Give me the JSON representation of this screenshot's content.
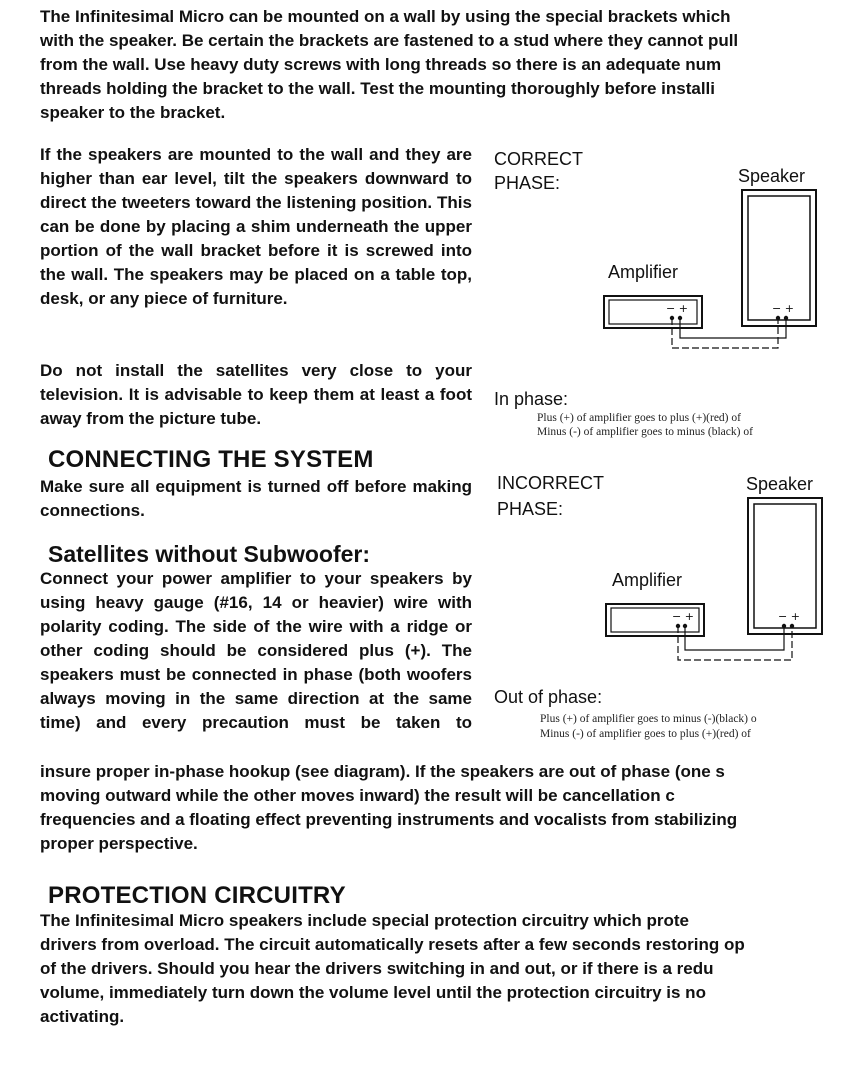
{
  "intro": {
    "lines": [
      "The Infinitesimal Micro can be mounted on a wall by using the special brackets which",
      "with the speaker. Be certain the brackets are fastened to a stud where they cannot pull",
      "from the wall. Use heavy duty screws with long threads so there is an adequate num",
      "threads holding the bracket to the wall. Test the mounting thoroughly before installi",
      "speaker to the bracket."
    ]
  },
  "wall_mount_paragraph": "If the speakers are mounted to the wall and they are higher than ear level, tilt the speakers downward to direct the tweeters toward the listening position. This can be done by placing a shim underneath the upper portion of the wall bracket before it is screwed into the wall. The speakers may be placed on a table top, desk, or any piece of furniture.",
  "tv_paragraph": "Do not install the satellites very close to your television. It is advisable to keep them at least a foot away from the picture tube.",
  "connecting": {
    "heading": "CONNECTING THE SYSTEM",
    "warning": "Make sure all equipment is turned off before making connections."
  },
  "satellites": {
    "heading": "Satellites without Subwoofer:",
    "column_text": "Connect your power amplifier to your speakers by using heavy gauge (#16, 14 or heavier) wire with polarity coding. The side of the wire with a ridge or other coding should be considered plus (+). The speakers must be connected in phase (both woofers always moving in the same direction at the same time) and every precaution must be taken to",
    "continuation_lines": [
      "insure proper in-phase hookup  (see diagram). If the speakers are out of phase (one s",
      "moving outward while the other moves inward) the result will be cancellation c",
      "frequencies and a floating effect preventing instruments and vocalists from stabilizing",
      "proper perspective."
    ]
  },
  "protection": {
    "heading": "PROTECTION CIRCUITRY",
    "lines": [
      "The Infinitesimal Micro speakers include special protection circuitry which prote",
      "drivers from overload. The circuit automatically resets after a few seconds restoring op",
      "of the drivers. Should you hear the drivers switching in and out, or if there is a redu",
      "volume, immediately turn down the volume level until the protection circuitry is no",
      "activating."
    ]
  },
  "diagram_correct": {
    "title_line1": "CORRECT",
    "title_line2": "PHASE:",
    "speaker_label": "Speaker",
    "amplifier_label": "Amplifier",
    "amp_terminals": "− +",
    "speaker_terminals": "− +",
    "caption": "In phase:",
    "note_line1": "Plus (+) of amplifier goes to plus (+)(red) of",
    "note_line2": "Minus (-) of amplifier goes to minus (black) of"
  },
  "diagram_incorrect": {
    "title_line1": "INCORRECT",
    "title_line2": "PHASE:",
    "speaker_label": "Speaker",
    "amplifier_label": "Amplifier",
    "amp_terminals": "− +",
    "speaker_terminals": "− +",
    "caption": "Out of phase:",
    "note_line1": "Plus (+) of amplifier goes to minus (-)(black) o",
    "note_line2": "Minus (-) of amplifier goes to plus (+)(red) of"
  }
}
